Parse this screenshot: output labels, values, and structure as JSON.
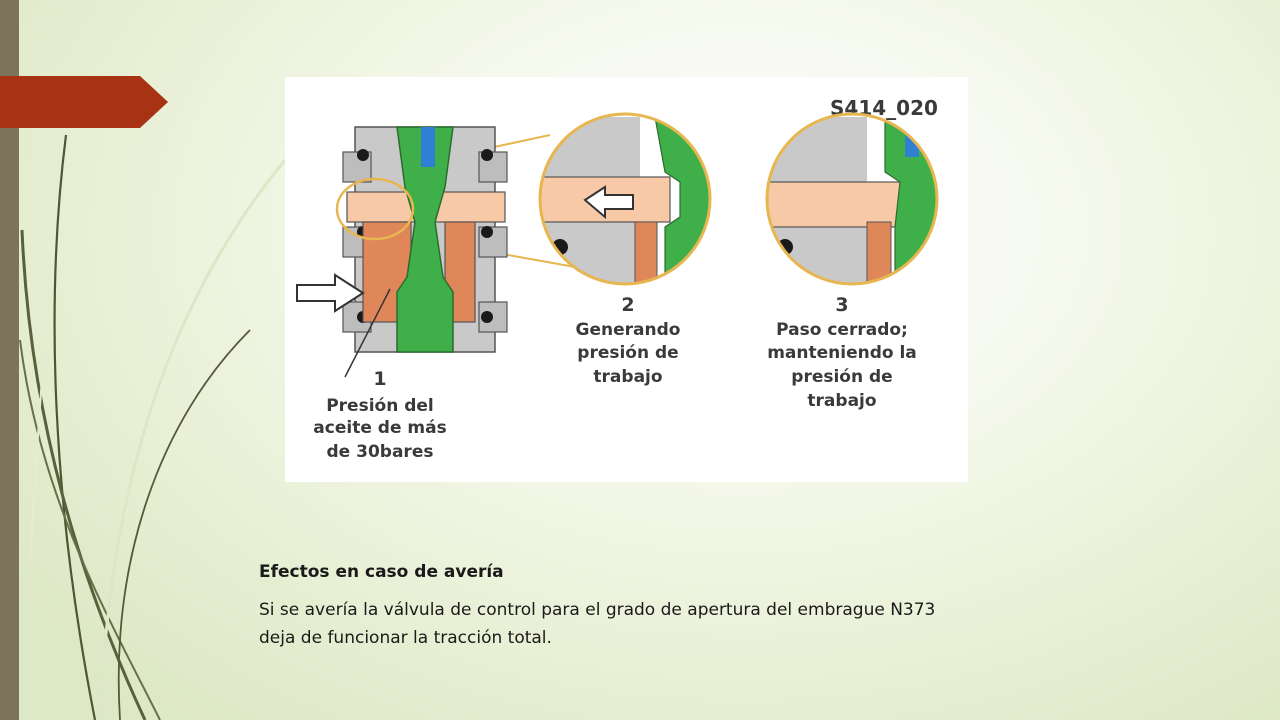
{
  "slide": {
    "accent_color": "#a83214",
    "sidebar_color": "#7d735a"
  },
  "figure": {
    "code": "S414_020",
    "labels": {
      "one_number": "1",
      "one_lines": [
        "Presión del",
        "aceite de más",
        "de 30bares"
      ],
      "two_number": "2",
      "two_lines": [
        "Generando",
        "presión de",
        "trabajo"
      ],
      "three_number": "3",
      "three_lines": [
        "Paso cerrado;",
        "manteniendo la",
        "presión de",
        "trabajo"
      ]
    }
  },
  "text": {
    "heading": "Efectos en caso de avería",
    "body": "Si se avería la válvula de control para el grado de apertura del embrague N373 deja de funcionar la tracción total."
  }
}
